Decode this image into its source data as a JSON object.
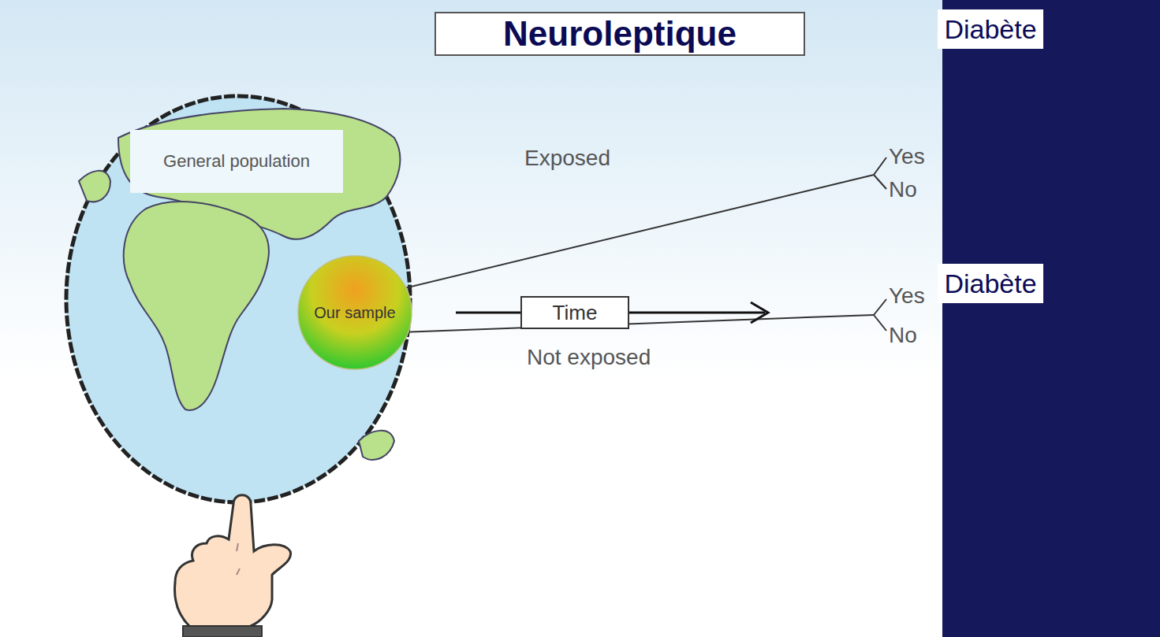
{
  "diagram": {
    "nodes": [
      {
        "text": [
          "Neuroleptique"
        ]
      },
      {
        "text": [
          "General population"
        ]
      },
      {
        "text": [
          "Our sample"
        ]
      },
      {
        "text": [
          "Time"
        ]
      },
      {
        "text": [
          "Diabète"
        ]
      },
      {
        "text": [
          "Diabète"
        ]
      }
    ],
    "labels": [
      "Exposed",
      "Yes",
      "No",
      "Yes",
      "Not exposed",
      "No"
    ]
  }
}
